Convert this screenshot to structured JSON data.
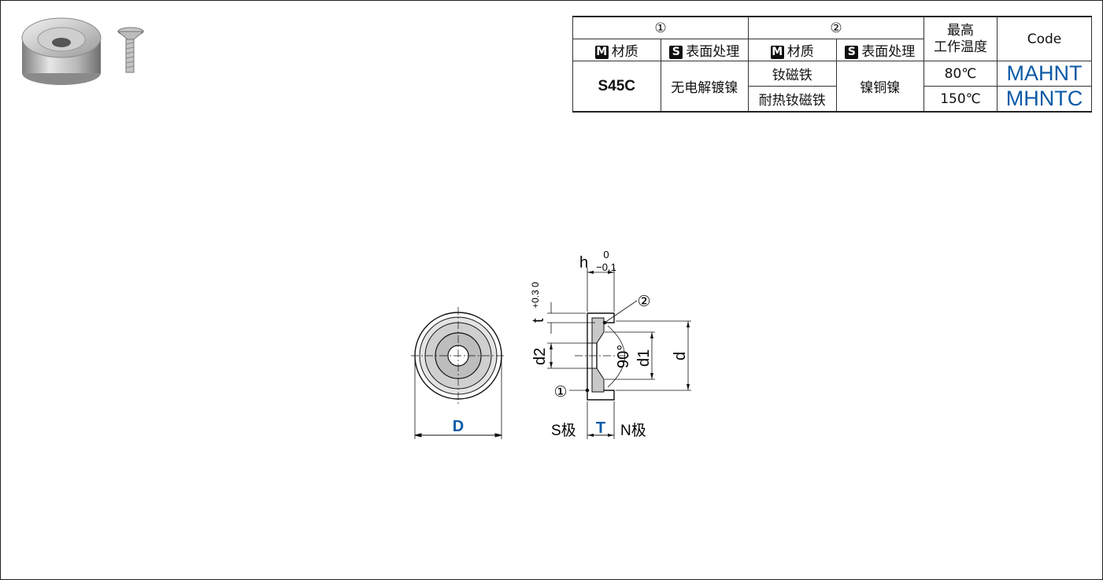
{
  "table": {
    "group1": "①",
    "group2": "②",
    "max_temp": "最高\n工作温度",
    "code_header": "Code",
    "col_material_badge": "M",
    "col_material": "材质",
    "col_surface_badge": "S",
    "col_surface": "表面处理",
    "row_material": "S45C",
    "row_surface": "无电解镀镍",
    "magnet_1": "钕磁铁",
    "magnet_2": "耐热钕磁铁",
    "magnet_surface": "镍铜镍",
    "temp_1": "80℃",
    "temp_2": "150℃",
    "code_1": "MAHNT",
    "code_2": "MHNTC"
  },
  "drawing": {
    "label_D": "D",
    "label_T": "T",
    "label_S": "S极",
    "label_N": "N极",
    "label_h": "h",
    "tol_h_top": "0",
    "tol_h_bottom": "−0.1",
    "label_t": "t",
    "tol_t": "+0.3\n0",
    "label_d2": "d2",
    "label_d1": "d1",
    "label_d": "d",
    "angle": "90°",
    "callout_1": "①",
    "callout_2": "②"
  },
  "colors": {
    "code": "#0b5aa6",
    "dim_blue": "#0b5aa6",
    "section_fill": "#c8c8c8"
  }
}
